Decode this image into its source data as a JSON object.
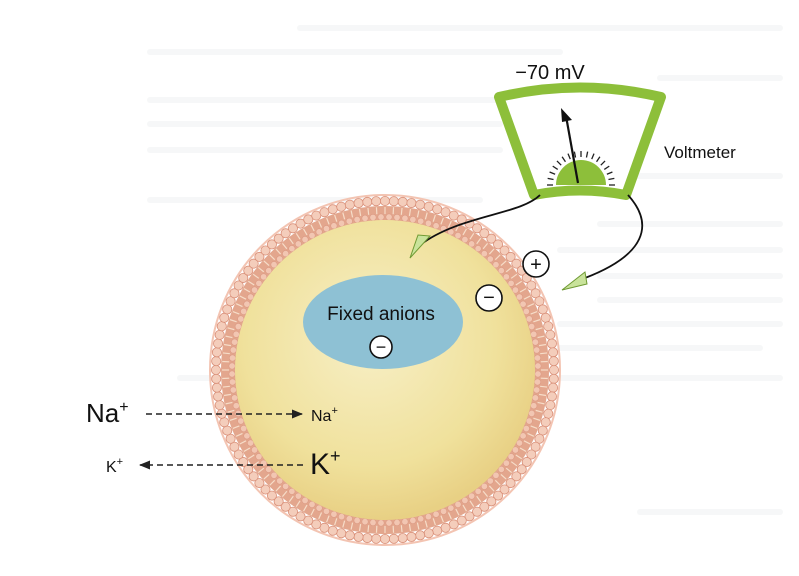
{
  "voltmeter": {
    "reading": "−70 mV",
    "label": "Voltmeter"
  },
  "cell": {
    "anion_label": "Fixed anions",
    "inner_charge": "−",
    "outer_charge": "+"
  },
  "ions": {
    "na_outside": "Na",
    "na_inside": "Na",
    "na_charge": "+",
    "k_inside": "K",
    "k_outside": "K",
    "k_charge": "+"
  },
  "colors": {
    "voltmeter_frame": "#8dbf3a",
    "cytoplasm": "#f1e3a0",
    "membrane": "#e7a48c",
    "anion_blob": "#8ec1d4",
    "electrode_tip": "#c9e39b"
  }
}
